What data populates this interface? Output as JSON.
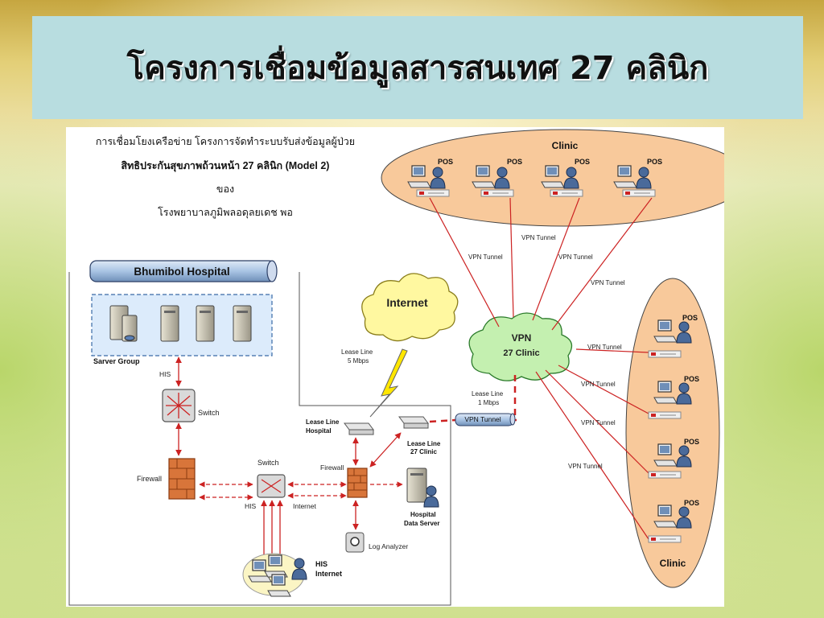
{
  "title": "โครงการเชื่อมข้อมูลสารสนเทศ 27 คลินิก",
  "heading": {
    "line1": "การเชื่อมโยงเครือข่าย โครงการจัดทำระบบรับส่งข้อมูลผู้ป่วย",
    "line2": "สิทธิประกันสุขภาพถ้วนหน้า 27 คลินิก (Model 2)",
    "line3": "ของ",
    "line4": "โรงพยาบาลภูมิพลอดุลยเดช พอ"
  },
  "hospital_banner": "Bhumibol  Hospital",
  "server_group": "Sarver Group",
  "internet_cloud": "Internet",
  "vpn_cloud": {
    "line1": "VPN",
    "line2": "27 Clinic"
  },
  "clinic_top": "Clinic",
  "clinic_right": "Clinic",
  "pos_label": "POS",
  "vpn_tunnel": "VPN Tunnel",
  "labels": {
    "his": "HIS",
    "switch": "Switch",
    "firewall": "Firewall",
    "internet": "Internet",
    "lease_line_hospital": [
      "Lease Line",
      "Hospital"
    ],
    "lease_line_clinic": [
      "Lease Line",
      "27 Clinic"
    ],
    "lease_line_5": [
      "Lease Line",
      "5 Mbps"
    ],
    "lease_line_1": [
      "Lease Line",
      "1 Mbps"
    ],
    "hospital_data_server": [
      "Hospital",
      "Data Server"
    ],
    "log_analyzer": "Log Analyzer",
    "his_internet": [
      "HIS",
      "Internet"
    ]
  },
  "colors": {
    "title_bg": "#b8dde0",
    "clinic_fill": "#f8c99b",
    "cloud_internet": "#fff8a0",
    "cloud_vpn": "#c4f0b0",
    "link_red": "#cc2222",
    "banner_blue": "#a9c4e4"
  }
}
